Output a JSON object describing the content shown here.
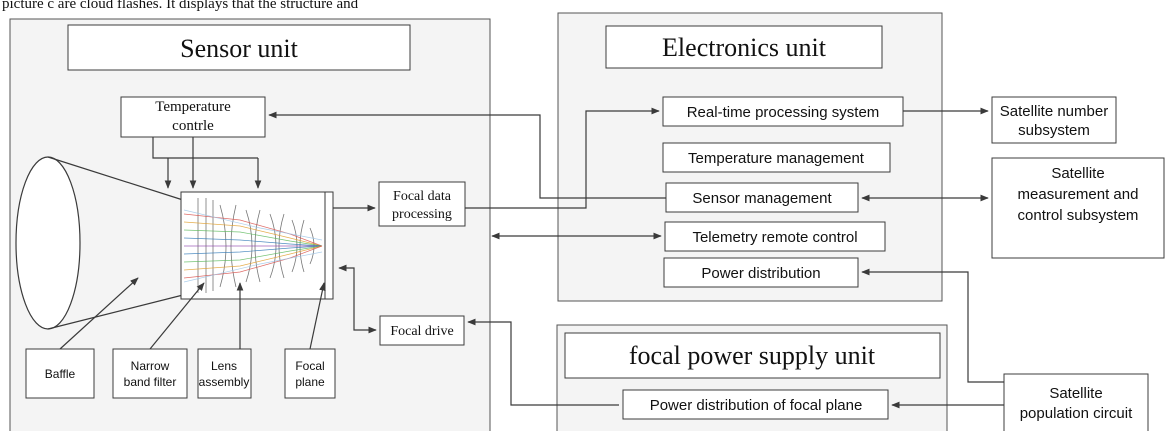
{
  "caption_fragment": "picture c are cloud flashes. It displays that the structure and",
  "units": {
    "sensor": "Sensor unit",
    "electronics": "Electronics unit",
    "focal_power": "focal power supply unit"
  },
  "sensor_blocks": {
    "temperature_control": [
      "Temperature",
      "contrle"
    ],
    "focal_data_processing": [
      "Focal data",
      "processing"
    ],
    "focal_drive": "Focal drive"
  },
  "components": {
    "baffle": [
      "Baffle"
    ],
    "narrow_band_filter": [
      "Narrow",
      "band filter"
    ],
    "lens_assembly": [
      "Lens",
      "assembly"
    ],
    "focal_plane": [
      "Focal",
      "plane"
    ]
  },
  "electronics_blocks": {
    "realtime": "Real-time processing system",
    "temp_mgmt": "Temperature management",
    "sensor_mgmt": "Sensor management",
    "telemetry": "Telemetry remote control",
    "power_dist": "Power distribution"
  },
  "focal_power_blocks": {
    "power_dist_focal": "Power distribution of focal plane"
  },
  "satellite_blocks": {
    "number_subsystem": [
      "Satellite number",
      "subsystem"
    ],
    "measurement": [
      "Satellite",
      "measurement and",
      "control subsystem"
    ],
    "population": [
      "Satellite",
      "population circuit"
    ]
  },
  "colors": {
    "unit_fill": "#f4f4f4",
    "box_stroke": "#3c3c3c",
    "line": "#3a3a3a"
  }
}
